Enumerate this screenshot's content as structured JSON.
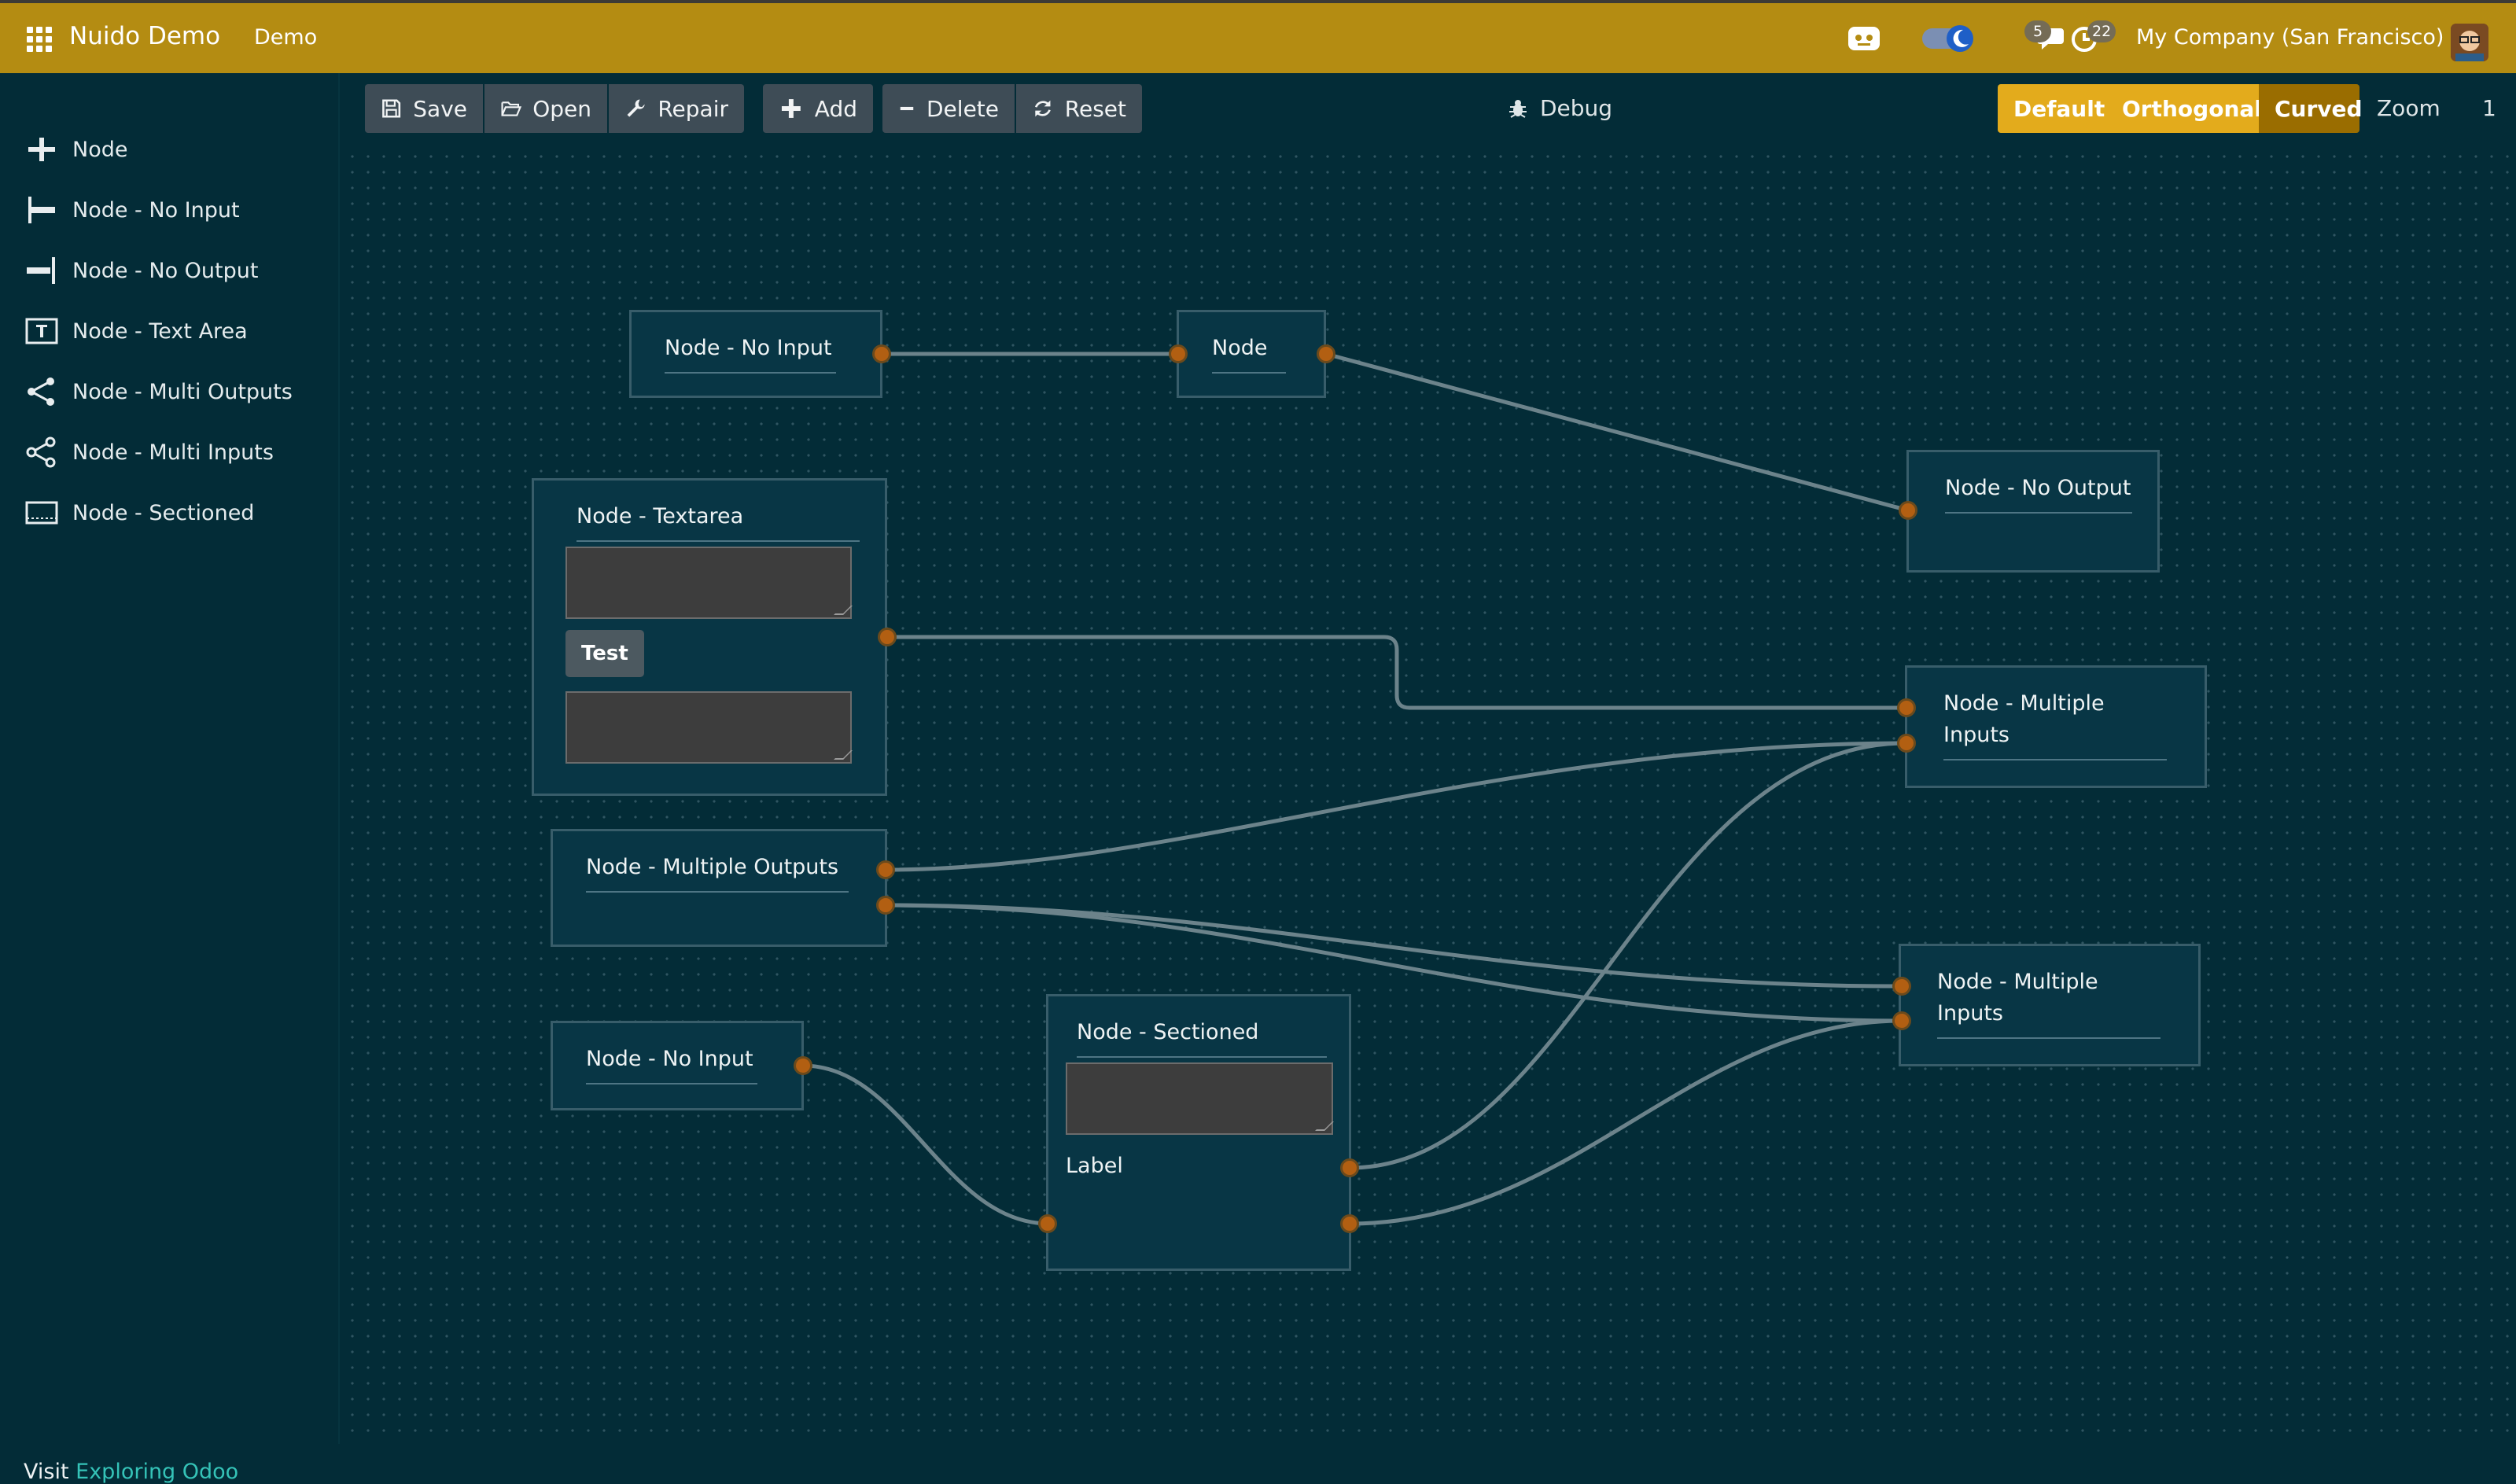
{
  "header": {
    "brand": "Nuido Demo",
    "menu": "Demo",
    "chat_count": "5",
    "activity_count": "22",
    "company": "My Company (San Francisco)"
  },
  "sidebar": {
    "items": [
      {
        "label": "Node",
        "icon": "plus-icon"
      },
      {
        "label": "Node - No Input",
        "icon": "no-input-icon"
      },
      {
        "label": "Node - No Output",
        "icon": "no-output-icon"
      },
      {
        "label": "Node - Text Area",
        "icon": "text-area-icon"
      },
      {
        "label": "Node - Multi Outputs",
        "icon": "share-icon"
      },
      {
        "label": "Node - Multi Inputs",
        "icon": "multi-share-icon"
      },
      {
        "label": "Node - Sectioned",
        "icon": "sectioned-icon"
      }
    ],
    "visit_prefix": "Visit",
    "visit_link": "Exploring Odoo"
  },
  "toolbar": {
    "save": "Save",
    "open": "Open",
    "repair": "Repair",
    "add": "Add",
    "delete": "Delete",
    "reset": "Reset",
    "debug": "Debug",
    "route_default": "Default",
    "route_orthogonal": "Orthogonal",
    "route_curved": "Curved",
    "zoom_label": "Zoom",
    "zoom_value": "1"
  },
  "nodes": {
    "n1": {
      "title": "Node - No Input"
    },
    "n2": {
      "title": "Node"
    },
    "n3": {
      "title": "Node - No Output"
    },
    "n4": {
      "title": "Node - Textarea",
      "button": "Test"
    },
    "n5": {
      "title": "Node - Multiple Inputs"
    },
    "n6": {
      "title": "Node - Multiple Outputs"
    },
    "n7": {
      "title": "Node - Multiple Inputs"
    },
    "n8": {
      "title": "Node - No Input"
    },
    "n9": {
      "title": "Node - Sectioned",
      "label": "Label"
    }
  },
  "colors": {
    "header": "#b48c12",
    "background": "#032c37",
    "accent": "#e3ab1c",
    "port": "#b25f12",
    "link": "#35c3b8"
  }
}
